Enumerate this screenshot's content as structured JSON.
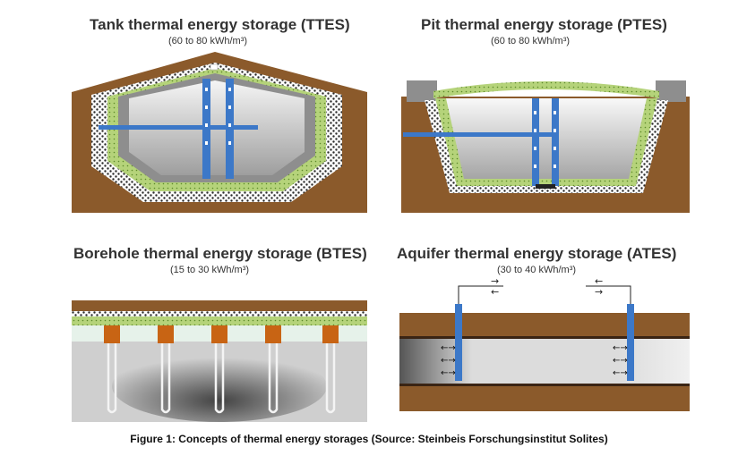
{
  "figure": {
    "caption": "Figure 1: Concepts of thermal energy storages (Source: Steinbeis Forschungsinstitut Solites)"
  },
  "panels": {
    "ttes": {
      "title": "Tank thermal energy storage (TTES)",
      "subtitle": "(60 to 80 kWh/m³)"
    },
    "ptes": {
      "title": "Pit thermal energy storage (PTES)",
      "subtitle": "(60 to 80 kWh/m³)"
    },
    "btes": {
      "title": "Borehole thermal energy storage (BTES)",
      "subtitle": "(15 to 30 kWh/m³)"
    },
    "ates": {
      "title": "Aquifer thermal energy storage (ATES)",
      "subtitle": "(30 to 40 kWh/m³)"
    }
  },
  "colors": {
    "soil": "#8b5a2b",
    "insulation": "#b5d37a",
    "gravel": "#2b2b2b",
    "concrete": "#9a9a9a",
    "water_light": "#f2f2f2",
    "water_dark": "#a8a8a8",
    "pipe": "#3c78c8",
    "orange_column": "#c86414"
  }
}
